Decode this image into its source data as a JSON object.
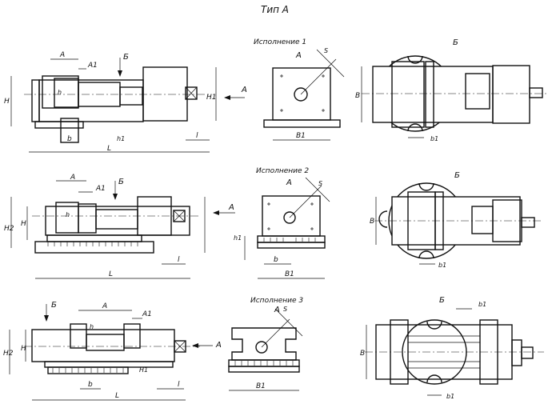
{
  "page_title": "Тип А",
  "sections": [
    {
      "title": "Исполнение 1",
      "front_label": "А",
      "side_label": "Б"
    },
    {
      "title": "Исполнение 2",
      "front_label": "А",
      "side_label": "Б"
    },
    {
      "title": "Исполнение 3",
      "front_label": "А",
      "side_label": "Б"
    }
  ],
  "dims": {
    "A": "A",
    "A1": "A1",
    "H": "H",
    "h": "h",
    "H1": "H1",
    "H2": "H2",
    "h1": "h1",
    "H3": "H1",
    "b": "b",
    "L": "L",
    "l": "l",
    "B": "B",
    "B1": "B1",
    "b1": "b1",
    "S": "S"
  }
}
